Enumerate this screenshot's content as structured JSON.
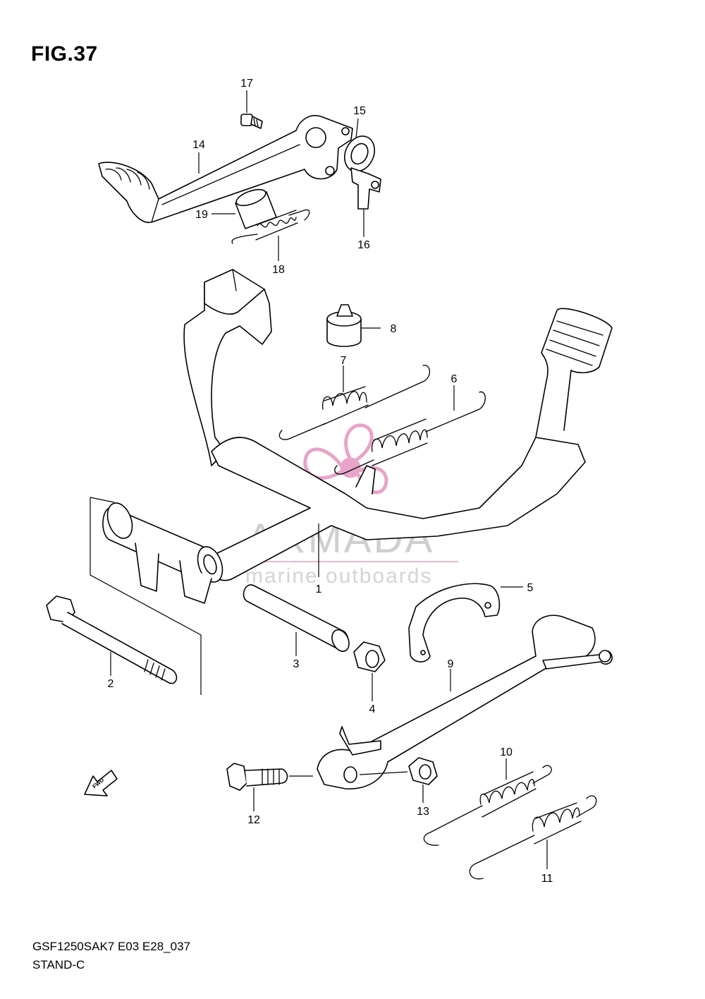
{
  "figure": {
    "title": "FIG.37",
    "code": "GSF1250SAK7 E03 E28_037",
    "section": "STAND-C"
  },
  "watermark": {
    "brand": "ARMADA",
    "tagline": "marine outboards",
    "logo_color": "#e8a4c8",
    "text_color": "#cfcfcf"
  },
  "fwd_marker": {
    "label": "FWD"
  },
  "parts": [
    {
      "label": "1",
      "name": "center-stand"
    },
    {
      "label": "2",
      "name": "bolt"
    },
    {
      "label": "3",
      "name": "pipe"
    },
    {
      "label": "4",
      "name": "nut"
    },
    {
      "label": "5",
      "name": "bracket"
    },
    {
      "label": "6",
      "name": "spring"
    },
    {
      "label": "7",
      "name": "spring"
    },
    {
      "label": "8",
      "name": "stopper"
    },
    {
      "label": "9",
      "name": "side-stand"
    },
    {
      "label": "10",
      "name": "spring"
    },
    {
      "label": "11",
      "name": "spring"
    },
    {
      "label": "12",
      "name": "bolt"
    },
    {
      "label": "13",
      "name": "nut"
    },
    {
      "label": "14",
      "name": "pedal-lever"
    },
    {
      "label": "15",
      "name": "washer"
    },
    {
      "label": "16",
      "name": "clip"
    },
    {
      "label": "17",
      "name": "screw"
    },
    {
      "label": "18",
      "name": "spring"
    },
    {
      "label": "19",
      "name": "spacer"
    }
  ]
}
